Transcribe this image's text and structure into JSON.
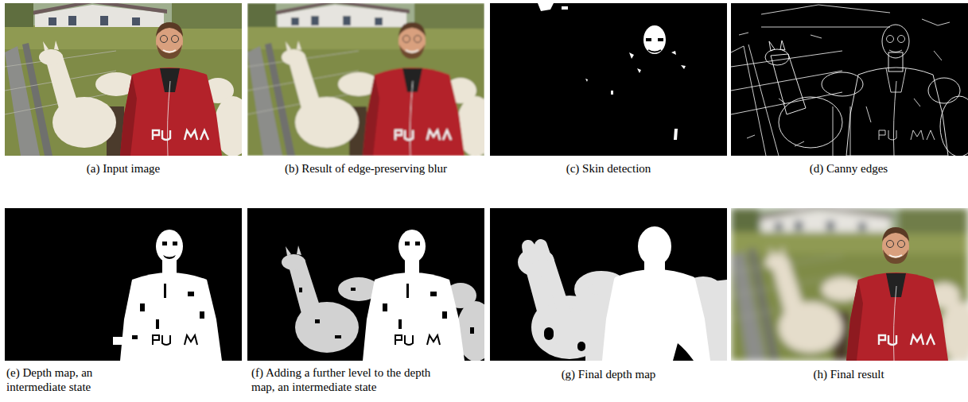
{
  "diagram": {
    "labels": [
      "(a) Input image",
      "(b) Result of edge-preserving blur",
      "(c) Skin detection",
      "(d) Canny edges",
      "(e) Depth map, an intermediate state",
      "(f) Adding a further level to the depth map, an intermediate state",
      "(g) Final depth map",
      "(h) Final result"
    ]
  }
}
